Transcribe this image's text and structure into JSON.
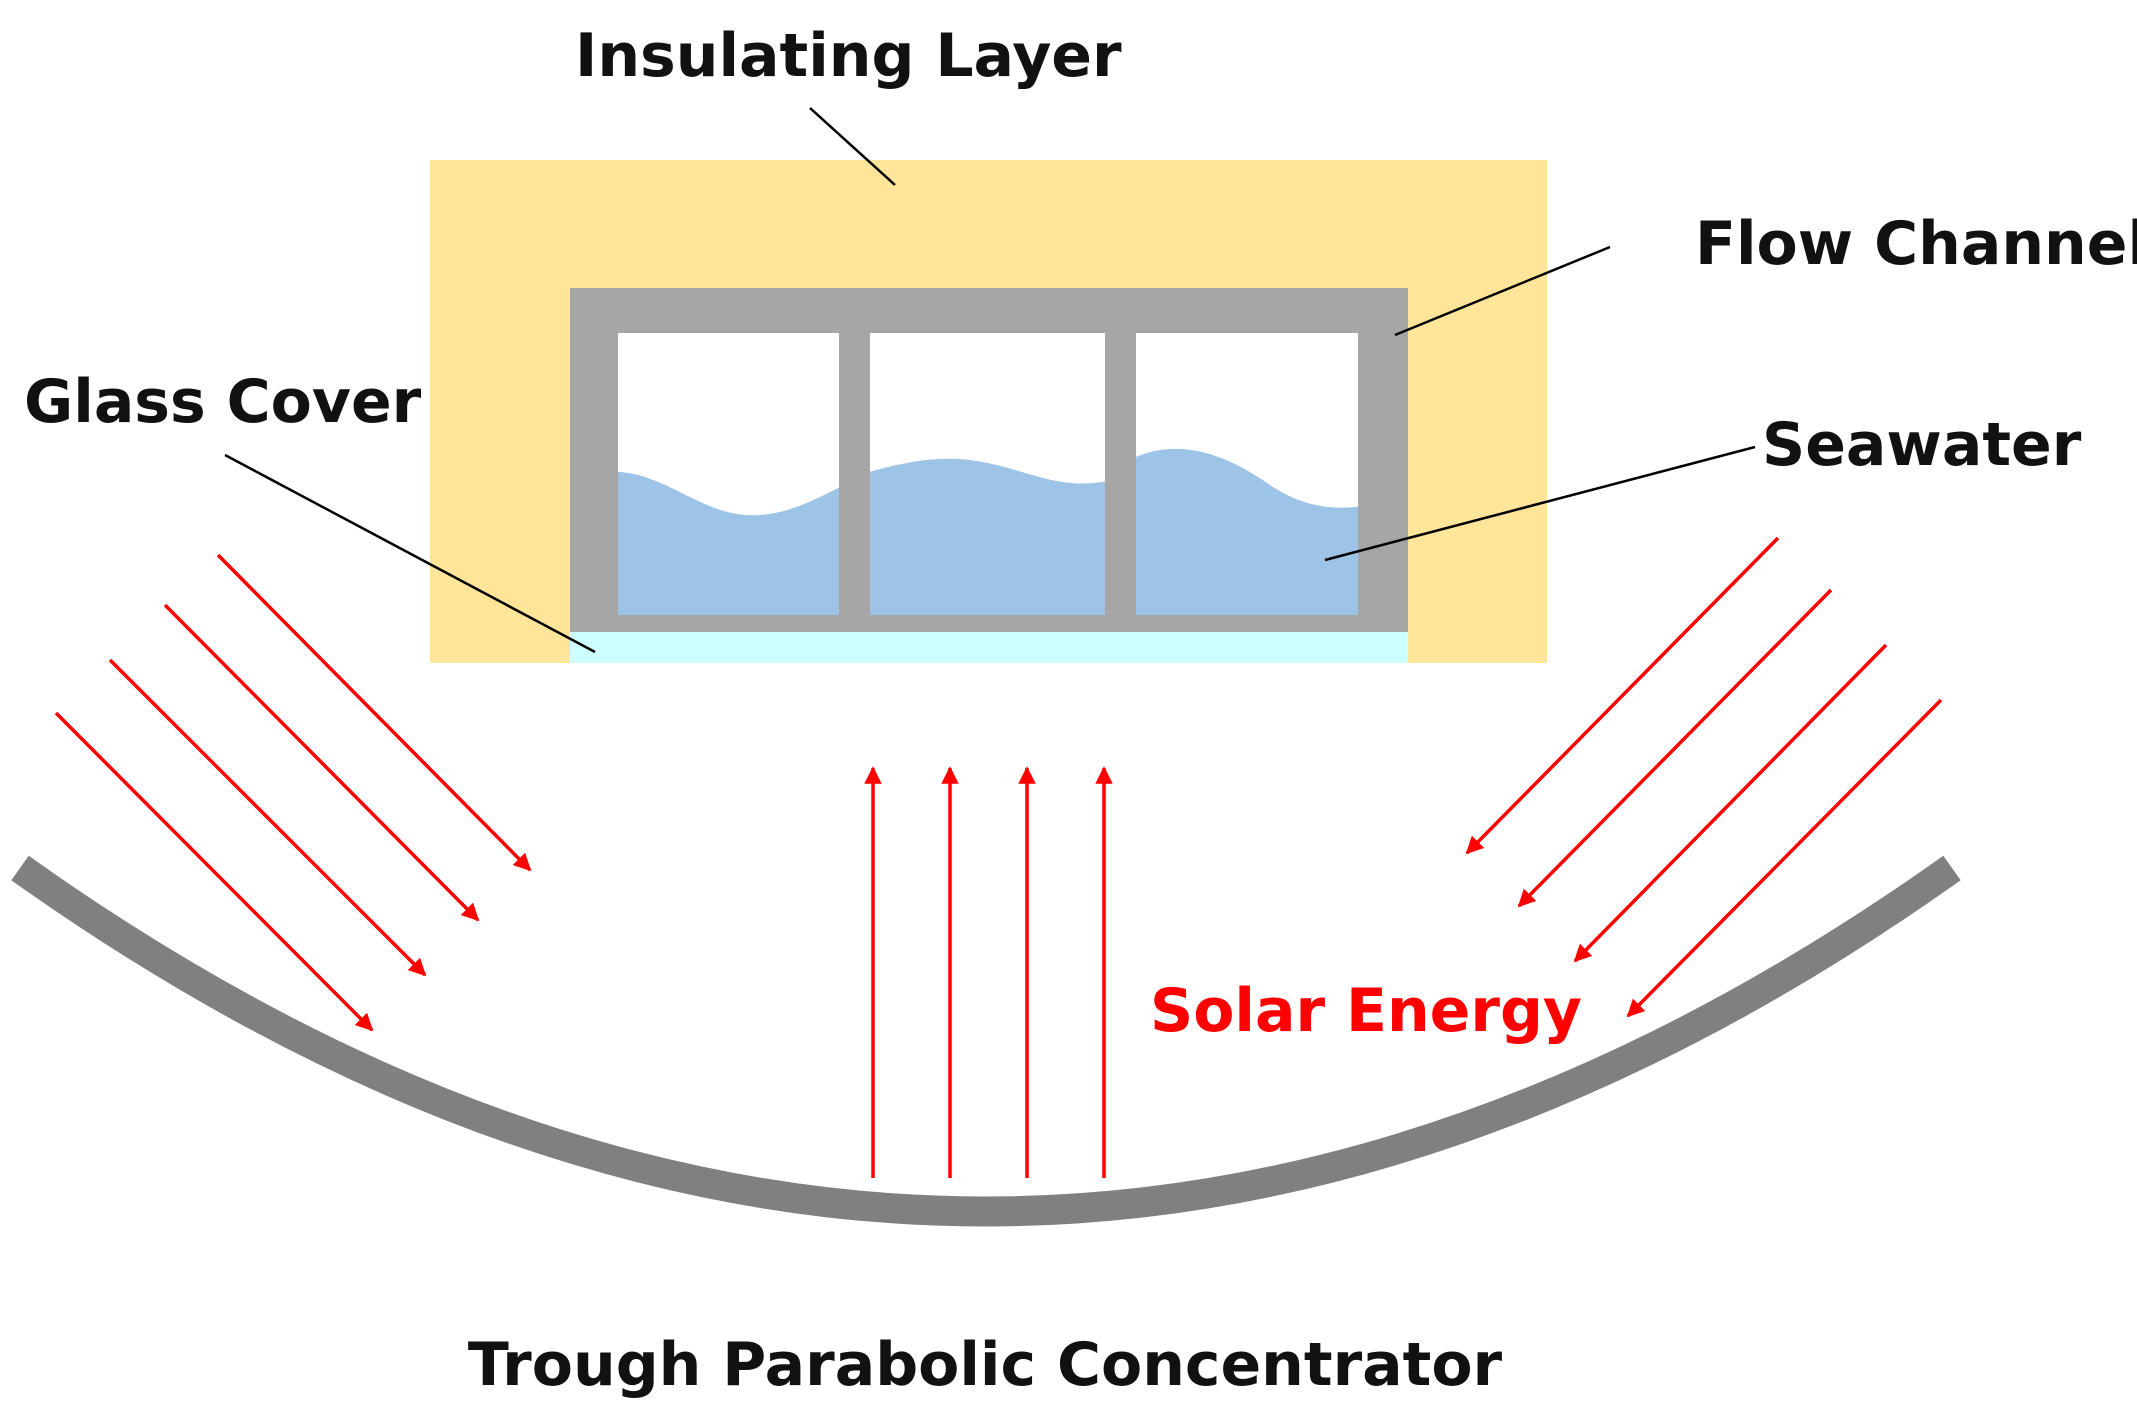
{
  "labels": {
    "insulating_layer": "Insulating Layer",
    "flow_channel": "Flow Channel",
    "glass_cover": "Glass Cover",
    "seawater": "Seawater",
    "solar_energy": "Solar Energy",
    "concentrator": "Trough Parabolic Concentrator"
  },
  "colors": {
    "insulating_layer": "#FFE59A",
    "channel_frame": "#A6A6A6",
    "seawater": "#9DC3E6",
    "glass_cover": "#CCFFFF",
    "concentrator": "#808080",
    "solar_rays": "#FF0000",
    "leader_lines": "#000000"
  },
  "components": {
    "channel_compartments": 3,
    "incident_ray_groups": [
      {
        "side": "left",
        "count": 4,
        "direction": "down-right"
      },
      {
        "side": "right",
        "count": 4,
        "direction": "down-left"
      }
    ],
    "reflected_rays": {
      "count": 4,
      "direction": "up"
    }
  }
}
